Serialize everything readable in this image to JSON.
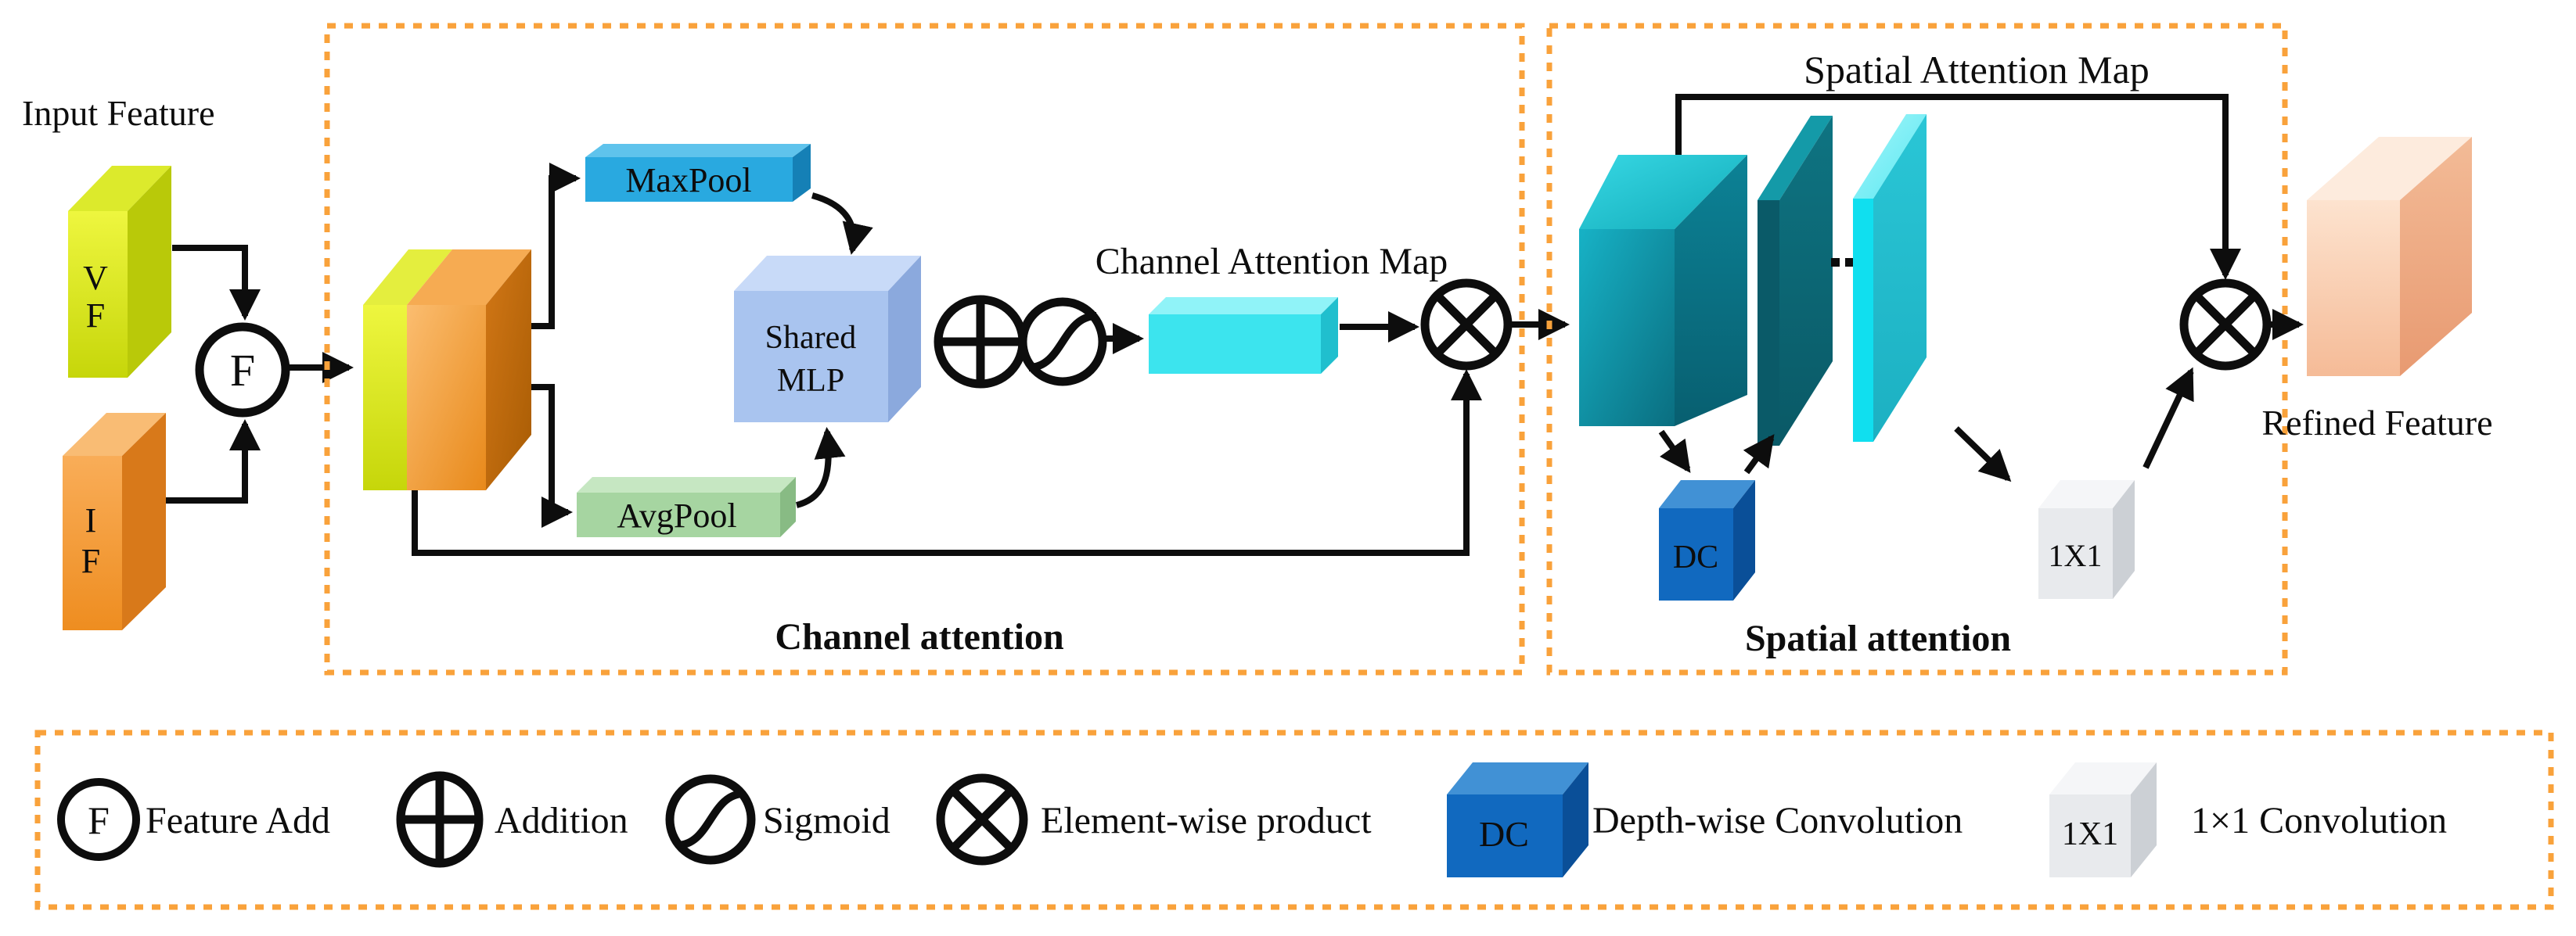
{
  "figure": {
    "type": "architecture-diagram",
    "description": "Attention module: feature fusion followed by channel attention and spatial attention producing a refined feature"
  },
  "colors": {
    "border": "#F9A23B",
    "line": "#0d0d0d",
    "maxpool": "#29A9E0",
    "avgpool": "#A6D5A1",
    "shared_mlp": "#A9C4EF",
    "channel_map": "#3CE4EE",
    "dc_blue": "#1169BF",
    "conv1x1_gray": "#E8EAED",
    "vf_yellow": "#DCE81F",
    "if_orange": "#F5A04C",
    "spatial_teal": "#14AABE",
    "refined_peach": "#F8C9A8"
  },
  "input": {
    "title": "Input Feature",
    "vf_top": "V",
    "vf_bottom": "F",
    "if_top": "I",
    "if_bottom": "F",
    "fuse_symbol": "F"
  },
  "channel": {
    "maxpool": "MaxPool",
    "avgpool": "AvgPool",
    "mlp_top": "Shared",
    "mlp_bottom": "MLP",
    "map_title": "Channel Attention Map",
    "box_label": "Channel attention"
  },
  "spatial": {
    "map_title": "Spatial Attention Map",
    "dc": "DC",
    "conv": "1X1",
    "box_label": "Spatial attention"
  },
  "output": {
    "title": "Refined Feature"
  },
  "legend": {
    "feature_add_symbol": "F",
    "feature_add": "Feature Add",
    "addition": "Addition",
    "sigmoid": "Sigmoid",
    "product": "Element-wise product",
    "dc_symbol": "DC",
    "dc": "Depth-wise Convolution",
    "conv_symbol": "1X1",
    "conv": "1×1 Convolution"
  }
}
